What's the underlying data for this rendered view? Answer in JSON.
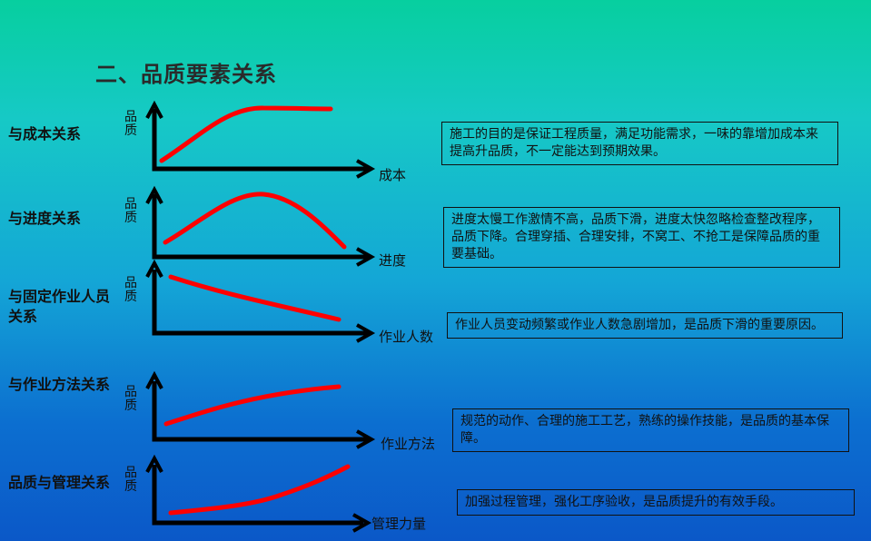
{
  "title": "二、品质要素关系",
  "axis_y_label": "品质",
  "colors": {
    "curve": "#ff0000",
    "axis": "#000000"
  },
  "rows": [
    {
      "label": "与成本关系",
      "x_axis": "成本",
      "trend": "rising then plateau",
      "note": "施工的目的是保证工程质量，满足功能需求，一味的靠增加成本来提高升品质，不一定能达到预期效果。"
    },
    {
      "label": "与进度关系",
      "x_axis": "进度",
      "trend": "rise then fall",
      "note": "进度太慢工作激情不高，品质下滑，进度太快忽略检查整改程序，品质下降。合理穿插、合理安排，不窝工、不抢工是保障品质的重要基础。"
    },
    {
      "label": "与固定作业人员关系",
      "x_axis": "作业人数",
      "trend": "declining",
      "note": "作业人员变动频繁或作业人数急剧增加，是品质下滑的重要原因。"
    },
    {
      "label": "与作业方法关系",
      "x_axis": "作业方法",
      "trend": "rising",
      "note": "规范的动作、合理的施工工艺，熟练的操作技能，是品质的基本保障。"
    },
    {
      "label": "品质与管理关系",
      "x_axis": "管理力量",
      "trend": "accelerating rise",
      "note": "加强过程管理，强化工序验收，是品质提升的有效手段。"
    }
  ]
}
